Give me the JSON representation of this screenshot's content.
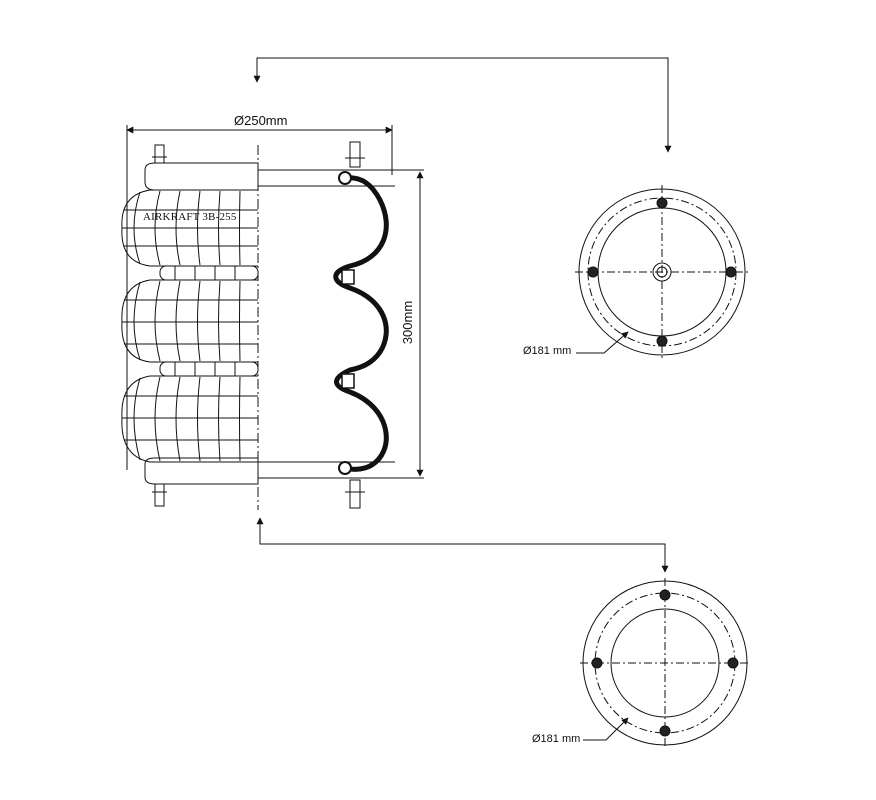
{
  "drawing": {
    "product_marking": "AIRKRAFT 3B-255",
    "dimension_diameter": "Ø250mm",
    "dimension_height": "300mm"
  },
  "top_plate": {
    "diameter_label": "Ø181 mm",
    "bolt_holes": 4,
    "center_air_fitting": true
  },
  "bottom_plate": {
    "diameter_label": "Ø181 mm",
    "bolt_holes": 4
  }
}
